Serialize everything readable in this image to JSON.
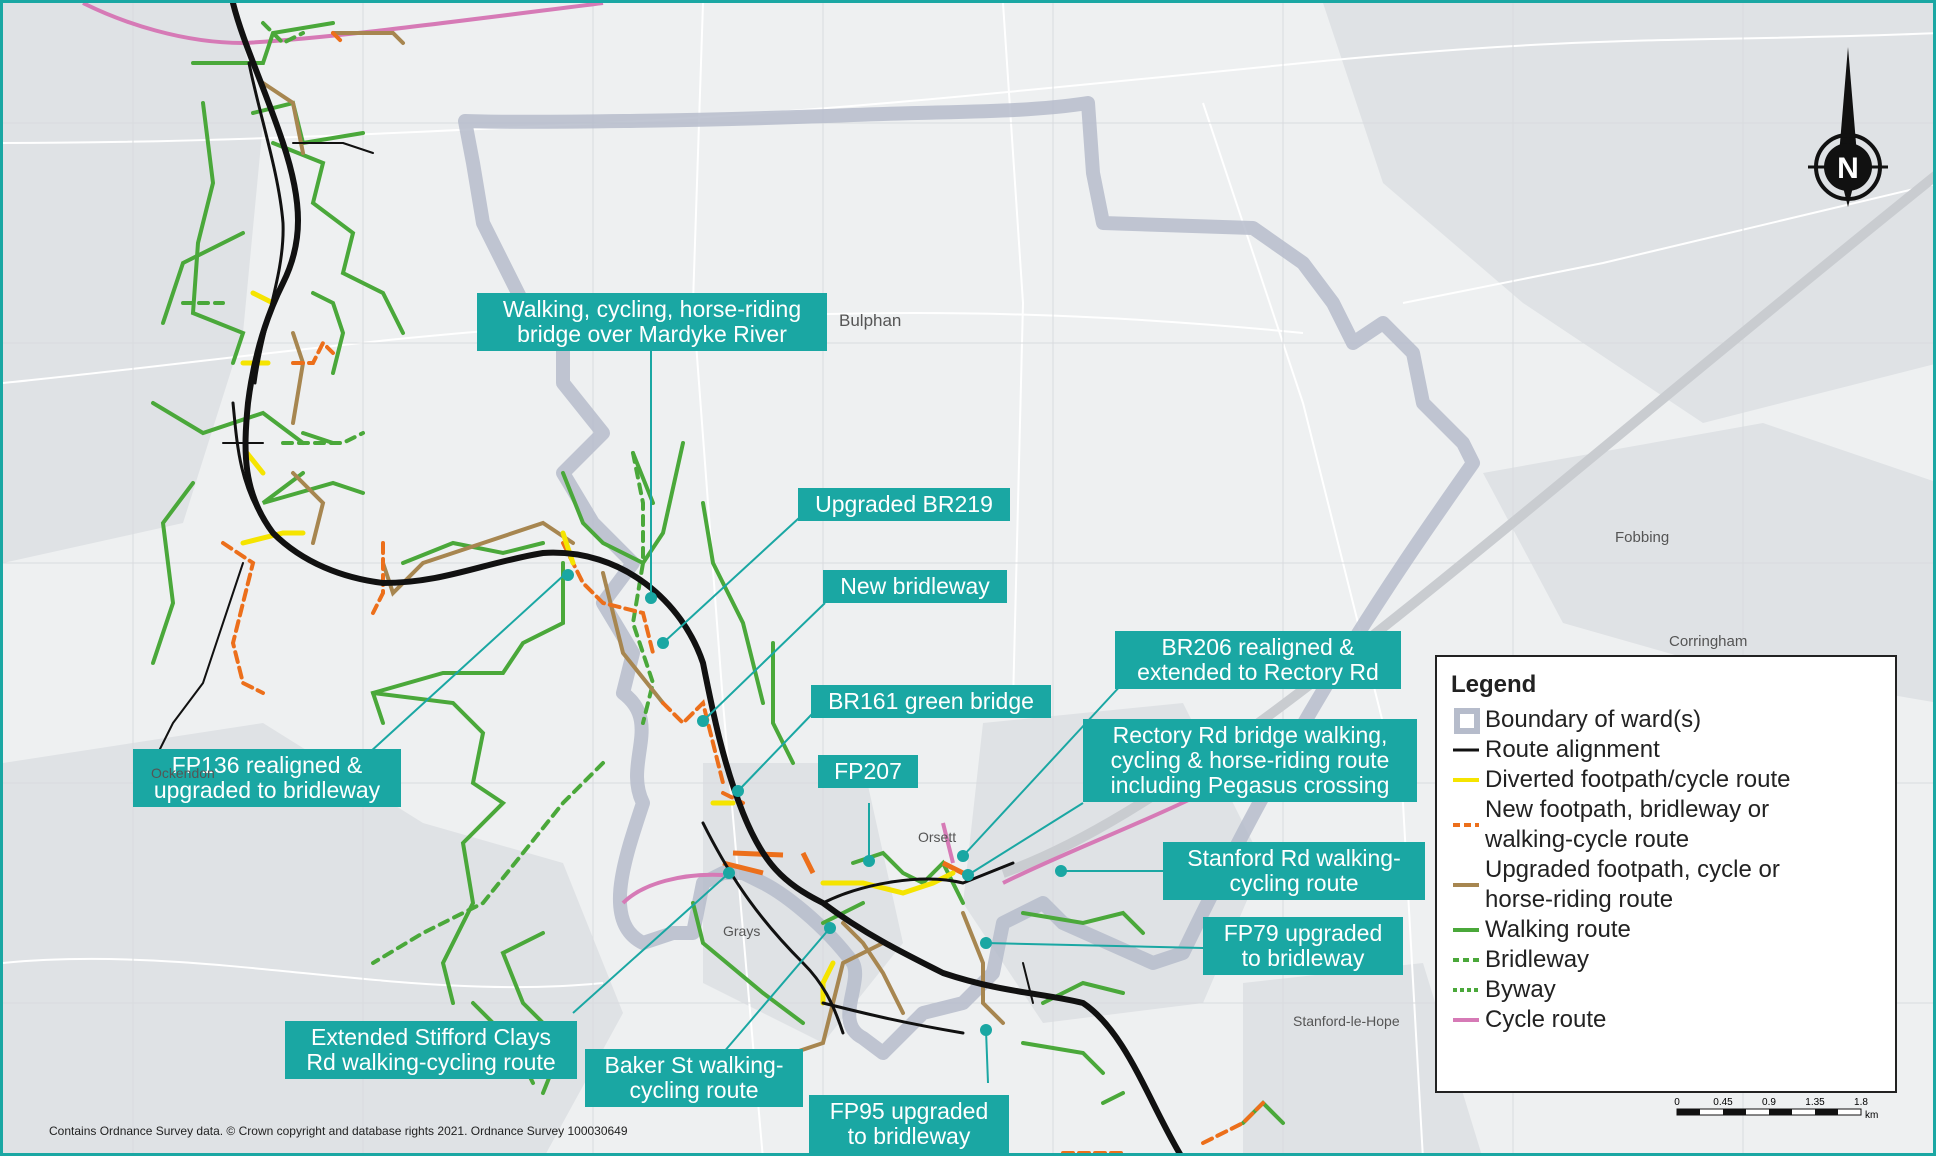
{
  "map": {
    "colors": {
      "frame": "#1aa7a3",
      "callout_bg": "#1aa7a3",
      "ward_boundary": "#b6bccb",
      "route_alignment": "#111111",
      "diverted": "#f5e400",
      "new_route": "#ec6f1b",
      "upgraded": "#a78650",
      "walking": "#4aa83a",
      "bridleway": "#4aa83a",
      "byway": "#4aa83a",
      "cycle": "#d67ab6"
    },
    "callouts": {
      "mardyke": {
        "line1": "Walking, cycling, horse-riding",
        "line2": "bridge over Mardyke River"
      },
      "br219": {
        "line1": "Upgraded BR219"
      },
      "new_bridleway": {
        "line1": "New bridleway"
      },
      "br206": {
        "line1": "BR206 realigned &",
        "line2": "extended to Rectory Rd"
      },
      "br161": {
        "line1": "BR161 green bridge"
      },
      "fp207": {
        "line1": "FP207"
      },
      "rectory": {
        "line1": "Rectory Rd bridge walking,",
        "line2": "cycling & horse-riding route",
        "line3": "including Pegasus crossing"
      },
      "fp136": {
        "line1": "FP136 realigned &",
        "line2": "upgraded to bridleway"
      },
      "stanford": {
        "line1": "Stanford Rd walking-",
        "line2": "cycling route"
      },
      "fp79": {
        "line1": "FP79 upgraded",
        "line2": "to bridleway"
      },
      "stifford": {
        "line1": "Extended Stifford Clays",
        "line2": "Rd walking-cycling route"
      },
      "bakerst": {
        "line1": "Baker St walking-",
        "line2": "cycling route"
      },
      "fp95": {
        "line1": "FP95 upgraded",
        "line2": "to bridleway"
      }
    },
    "legend": {
      "title": "Legend",
      "items": [
        {
          "label": "Boundary of ward(s)",
          "symbol": "ward-boundary-icon"
        },
        {
          "label": "Route alignment",
          "symbol": "route-alignment-icon"
        },
        {
          "label": "Diverted footpath/cycle route",
          "symbol": "diverted-route-icon"
        },
        {
          "label1": "New footpath, bridleway or",
          "label2": "walking-cycle route",
          "symbol": "new-route-icon"
        },
        {
          "label1": "Upgraded footpath, cycle or",
          "label2": "horse-riding route",
          "symbol": "upgraded-route-icon"
        },
        {
          "label": "Walking route",
          "symbol": "walking-route-icon"
        },
        {
          "label": "Bridleway",
          "symbol": "bridleway-icon"
        },
        {
          "label": "Byway",
          "symbol": "byway-icon"
        },
        {
          "label": "Cycle route",
          "symbol": "cycle-route-icon"
        }
      ]
    },
    "copyright": "Contains Ordnance Survey data. © Crown copyright and database rights 2021. Ordnance Survey 100030649",
    "scale": {
      "ticks": [
        "0",
        "0.45",
        "0.9",
        "1.35",
        "1.8"
      ],
      "unit": "km"
    },
    "north_arrow": {
      "label": "N"
    },
    "place_labels": [
      "Bulphan",
      "Fobbing",
      "Corringham",
      "Orsett",
      "Ockendon",
      "Grays",
      "Stanford-le-Hope"
    ]
  }
}
